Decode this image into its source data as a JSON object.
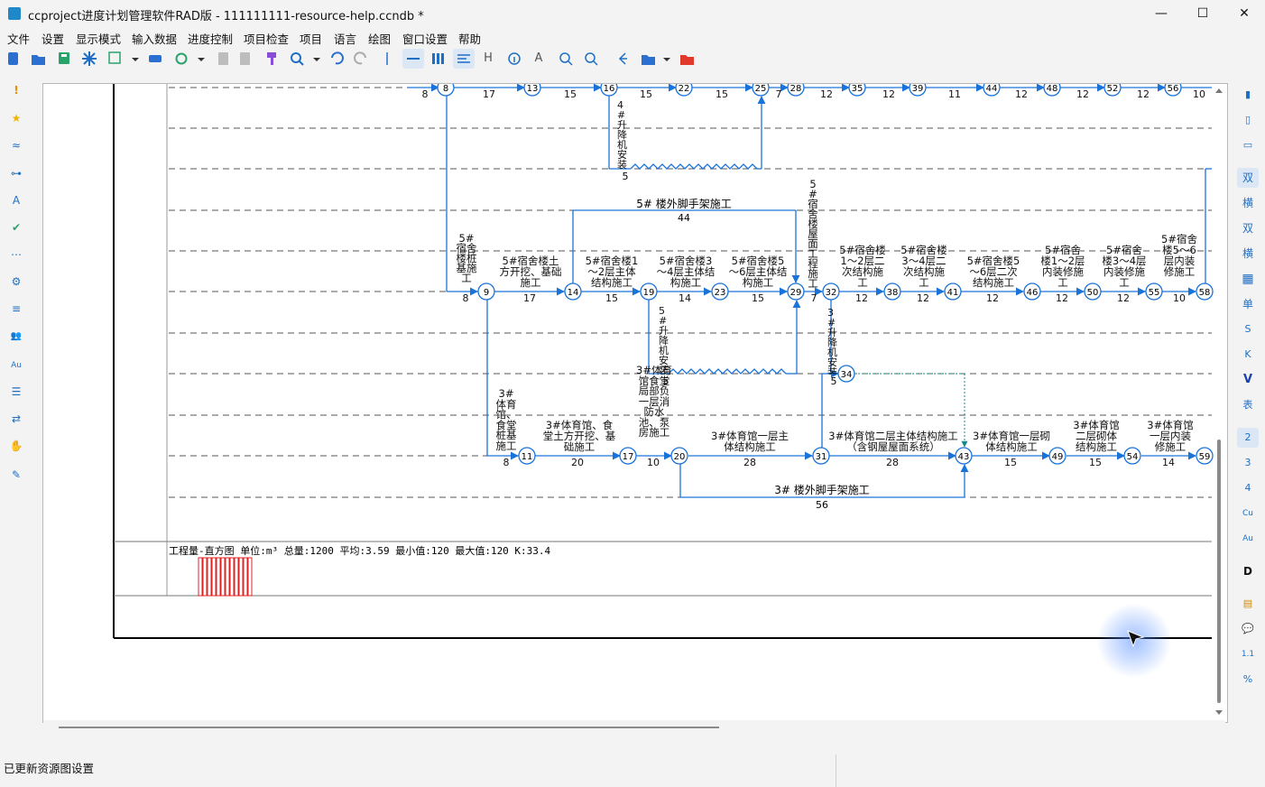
{
  "window": {
    "title": "ccproject进度计划管理软件RAD版 - 111111111-resource-help.ccndb *",
    "minimize": "—",
    "maximize": "☐",
    "close": "✕"
  },
  "menu": [
    "文件",
    "设置",
    "显示模式",
    "输入数据",
    "进度控制",
    "项目检查",
    "项目",
    "语言",
    "绘图",
    "窗口设置",
    "帮助"
  ],
  "toolbar": {
    "icons": [
      "new-file",
      "open-folder",
      "save",
      "star-burst",
      "image",
      "print",
      "refresh",
      "paste-gray",
      "paste",
      "brush",
      "search",
      "undo",
      "redo",
      "separator",
      "line-mode",
      "bar-mode",
      "layout-mode",
      "H",
      "info",
      "A",
      "zoom-out",
      "zoom-in",
      "back",
      "folder-open",
      "folder-red"
    ],
    "h_label": "H",
    "a_label": "A"
  },
  "left_toolbar": [
    "!",
    "★",
    "≈",
    "⊶",
    "A",
    "✔",
    "⋯",
    "⚙",
    "≡",
    "👥",
    "Au",
    "☰",
    "⇄",
    "✋",
    "✎"
  ],
  "right_toolbar": [
    "▮",
    "▯",
    "▭",
    "双",
    "横",
    "双",
    "横",
    "▦",
    "单",
    "S",
    "K",
    "V",
    "表",
    "2",
    "3",
    "4",
    "Cu",
    "Au",
    "D",
    "▤",
    "💬",
    "1.1",
    "%"
  ],
  "diagram": {
    "top_nodes": [
      "8",
      "13",
      "16",
      "22",
      "25",
      "28",
      "35",
      "39",
      "44",
      "48",
      "52",
      "56"
    ],
    "top_durations": [
      "8",
      "17",
      "15",
      "15",
      "15",
      "7",
      "12",
      "12",
      "11",
      "12",
      "12",
      "12",
      "10"
    ],
    "lift4": {
      "label": "4#升降机安装",
      "duration": "5"
    },
    "scaffold5": {
      "label": "5# 楼外脚手架施工",
      "duration": "44"
    },
    "lift5": {
      "label": "5#升降机安装",
      "duration": "5"
    },
    "lift3": {
      "label": "3#升降机安装",
      "duration": "5"
    },
    "scaffold3": {
      "label": "3# 楼外脚手架施工",
      "duration": "56"
    },
    "row5_nodes": [
      "9",
      "14",
      "19",
      "23",
      "29",
      "32",
      "38",
      "41",
      "46",
      "50",
      "55",
      "58"
    ],
    "row5_tasks": [
      {
        "label": "5#宿舍楼桩基施工",
        "duration": "8"
      },
      {
        "label": "5#宿舍楼土方开挖、基础施工",
        "duration": "17"
      },
      {
        "label": "5#宿舍楼1～2层主体结构施工",
        "duration": "15"
      },
      {
        "label": "5#宿舍楼3～4层主体结构施工",
        "duration": "14"
      },
      {
        "label": "5#宿舍楼5～6层主体结构施工",
        "duration": "15"
      },
      {
        "label": "5#宿舍楼屋面工程施工",
        "duration": "7"
      },
      {
        "label": "5#宿舍楼1～2层二次结构施工",
        "duration": "12"
      },
      {
        "label": "5#宿舍楼3～4层二次结构施工",
        "duration": "12"
      },
      {
        "label": "5#宿舍楼5～6层二次结构施工",
        "duration": "12"
      },
      {
        "label": "5#宿舍楼1～2层内装修施工",
        "duration": "12"
      },
      {
        "label": "5#宿舍楼3～4层内装修施工",
        "duration": "12"
      },
      {
        "label": "5#宿舍楼5～6层内装修施工",
        "duration": "10"
      }
    ],
    "row3_nodes": [
      "11",
      "17",
      "20",
      "31",
      "43",
      "49",
      "54",
      "59"
    ],
    "row3_tasks": [
      {
        "label": "3#体育馆、食堂桩基施工",
        "duration": "8"
      },
      {
        "label": "3#体育馆、食堂土方开挖、基础施工",
        "duration": "20"
      },
      {
        "label": "3#体育馆食堂局部负一层消防水池、泵房施工",
        "duration": "10"
      },
      {
        "label": "3#体育馆一层主体结构施工",
        "duration": "28"
      },
      {
        "label": "3#体育馆二层主体结构施工（含钢屋屋面系统）",
        "duration": "28"
      },
      {
        "label": "3#体育馆一层砌体结构施工",
        "duration": "15"
      },
      {
        "label": "3#体育馆二层砌体结构施工",
        "duration": "15"
      },
      {
        "label": "3#体育馆一层内装修施工",
        "duration": "14"
      }
    ],
    "node34": "34",
    "histogram": "工程量-直方图 单位:m³ 总量:1200 平均:3.59 最小值:120 最大值:120 K:33.4"
  },
  "status": {
    "message": "已更新资源图设置"
  },
  "colors": {
    "accent": "#1e6fc4",
    "line": "#1a73d9",
    "dash": "#555555",
    "hist": "#e02020"
  }
}
